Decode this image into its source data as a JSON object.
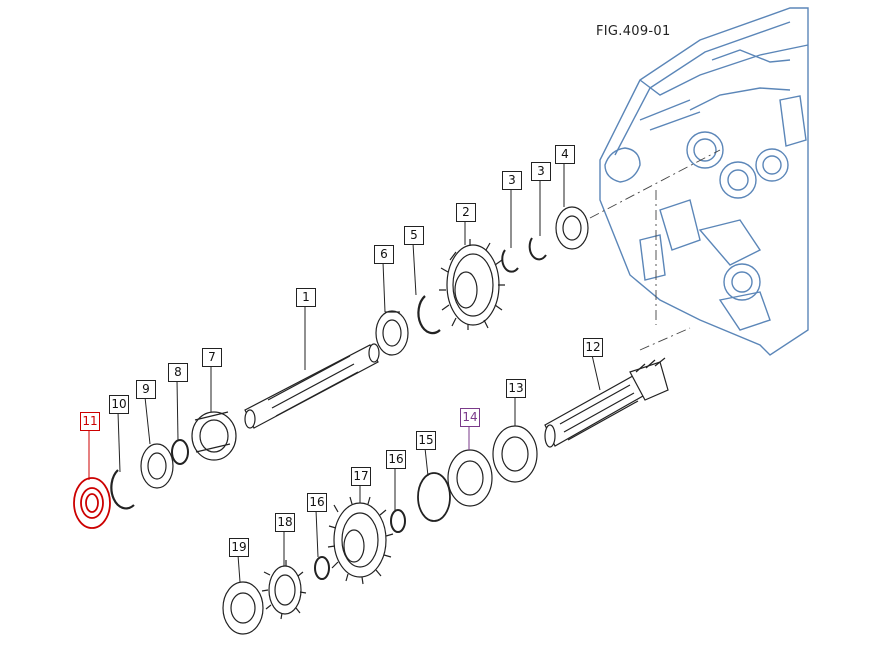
{
  "figure": {
    "label": "FIG.409-01"
  },
  "callouts": [
    {
      "id": "c1",
      "text": "1"
    },
    {
      "id": "c2",
      "text": "2"
    },
    {
      "id": "c3a",
      "text": "3"
    },
    {
      "id": "c3b",
      "text": "3"
    },
    {
      "id": "c4",
      "text": "4"
    },
    {
      "id": "c5",
      "text": "5"
    },
    {
      "id": "c6",
      "text": "6"
    },
    {
      "id": "c7",
      "text": "7"
    },
    {
      "id": "c8",
      "text": "8"
    },
    {
      "id": "c9",
      "text": "9"
    },
    {
      "id": "c10",
      "text": "10"
    },
    {
      "id": "c11",
      "text": "11",
      "state": "selected"
    },
    {
      "id": "c12",
      "text": "12"
    },
    {
      "id": "c13",
      "text": "13"
    },
    {
      "id": "c14",
      "text": "14",
      "state": "highlighted"
    },
    {
      "id": "c15",
      "text": "15"
    },
    {
      "id": "c16a",
      "text": "16"
    },
    {
      "id": "c16b",
      "text": "16"
    },
    {
      "id": "c17",
      "text": "17"
    },
    {
      "id": "c18",
      "text": "18"
    },
    {
      "id": "c19",
      "text": "19"
    }
  ],
  "colors": {
    "housing": "#5b86b8",
    "line": "#222222",
    "selected": "#cc0000",
    "highlighted": "#7a3a8a"
  }
}
